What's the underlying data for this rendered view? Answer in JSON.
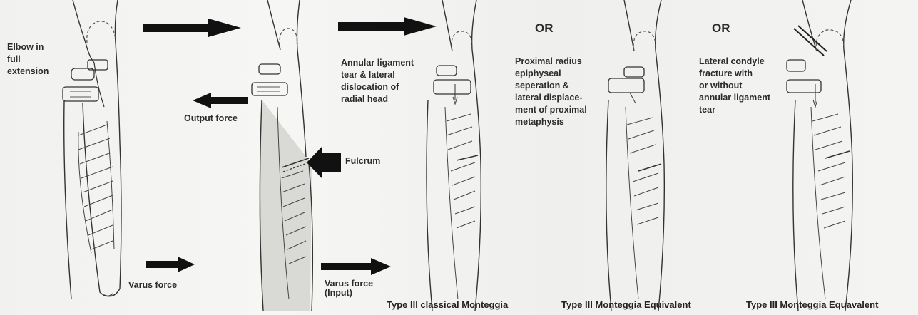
{
  "labels": {
    "elbow": "Elbow in\nfull\nextension",
    "varus_force_1": "Varus force",
    "output_force": "Output force",
    "fulcrum": "Fulcrum",
    "varus_force_input": "Varus force\n(Input)",
    "annular_tear": "Annular ligament\ntear & lateral\ndislocation of\nradial head",
    "proximal_radius": "Proximal radius\nepiphyseal\nseperation &\nlateral displace-\nment of proximal\nmetaphysis",
    "lateral_condyle": "Lateral condyle\nfracture with\nor without\nannular ligament\ntear"
  },
  "or_labels": [
    "OR",
    "OR"
  ],
  "captions": {
    "type_classical": "Type III classical Monteggia",
    "type_equivalent_1": "Type III Monteggia Equivalent",
    "type_equivalent_2": "Type III Monteggia Equavalent"
  },
  "colors": {
    "ink": "#2b2b2b",
    "arrow": "#111111",
    "shade": "#d9d9d6"
  }
}
